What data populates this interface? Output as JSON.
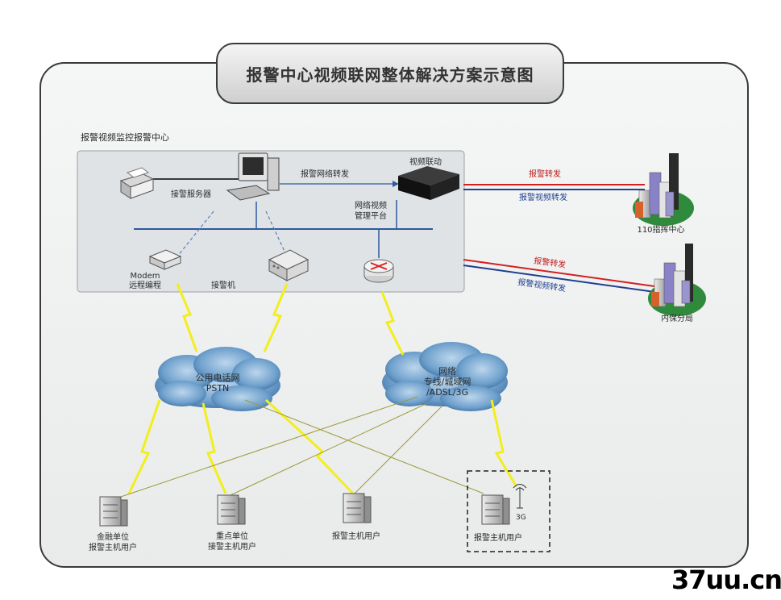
{
  "title": "报警中心视频联网整体解决方案示意图",
  "center_box_label": "报警视频监控报警中心",
  "devices": {
    "server": "接警服务器",
    "video_linkage": "视频联动",
    "platform_line1": "网络视频",
    "platform_line2": "管理平台",
    "modem_line1": "Modem",
    "modem_line2": "远程编程",
    "receiver": "接警机"
  },
  "links": {
    "forward_internal": "报警网络转发",
    "alarm_forward_1": "报警转发",
    "video_forward_1": "报警视频转发",
    "alarm_forward_2": "报警转发",
    "video_forward_2": "报警视频转发"
  },
  "destinations": {
    "command_center": "110指挥中心",
    "security_bureau": "内保分局"
  },
  "clouds": {
    "pstn_line1": "公用电话网",
    "pstn_line2": "PSTN",
    "net_line1": "网络",
    "net_line2": "专线/城域网",
    "net_line3": "/ADSL/3G"
  },
  "users": {
    "u1_line1": "金融单位",
    "u1_line2": "报警主机用户",
    "u2_line1": "重点单位",
    "u2_line2": "接警主机用户",
    "u3": "报警主机用户",
    "u4": "报警主机用户",
    "antenna_label": "3G"
  },
  "watermark": "37uu.cn",
  "colors": {
    "alarm_line": "#d42020",
    "video_line": "#1f3f8f",
    "bus_line": "#2d5aa0",
    "lightning": "#f2ee1e",
    "cloud": "#5f95c4"
  }
}
